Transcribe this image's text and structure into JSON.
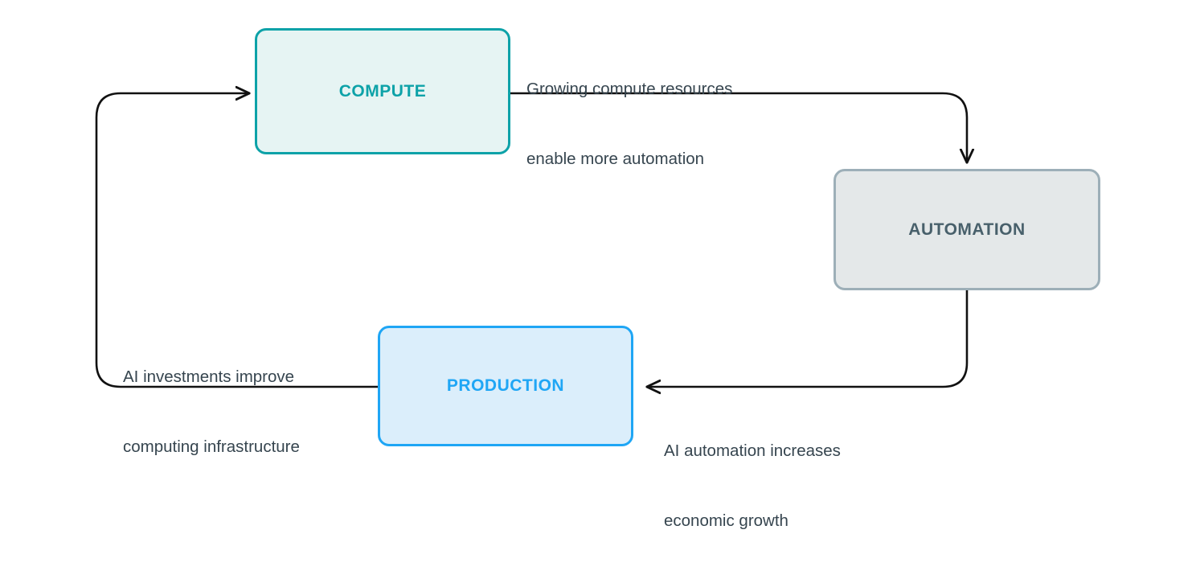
{
  "diagram": {
    "type": "cycle-flowchart",
    "title": "",
    "background_color": "#ffffff",
    "nodes": [
      {
        "id": "compute",
        "label": "COMPUTE",
        "border_color": "#0da2a8",
        "fill_color": "#e6f4f3",
        "text_color": "#0da2a8"
      },
      {
        "id": "automation",
        "label": "AUTOMATION",
        "border_color": "#9dafb8",
        "fill_color": "#e4e8e9",
        "text_color": "#48606b"
      },
      {
        "id": "production",
        "label": "PRODUCTION",
        "border_color": "#1fa6f5",
        "fill_color": "#dbeefb",
        "text_color": "#1fa6f5"
      }
    ],
    "edges": [
      {
        "id": "compute-to-automation",
        "from": "compute",
        "to": "automation",
        "label_line1": "Growing compute resources",
        "label_line2": "enable more automation",
        "arrowhead": true,
        "color": "#111111"
      },
      {
        "id": "automation-to-production",
        "from": "automation",
        "to": "production",
        "label_line1": "AI automation increases",
        "label_line2": "economic growth",
        "arrowhead": true,
        "color": "#111111"
      },
      {
        "id": "production-to-compute",
        "from": "production",
        "to": "compute",
        "label_line1": "AI investments improve",
        "label_line2": "computing infrastructure",
        "arrowhead": true,
        "color": "#111111"
      }
    ],
    "label_text_color": "#36454f"
  }
}
